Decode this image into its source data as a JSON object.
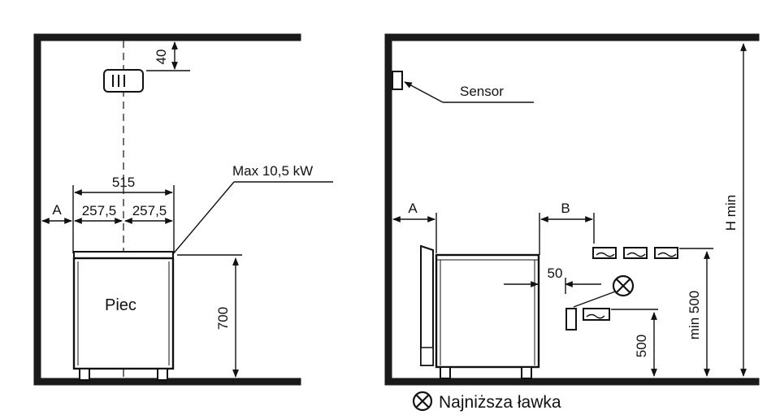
{
  "colors": {
    "ink": "#111111",
    "wall": "#1a1a1a",
    "background": "#ffffff"
  },
  "left": {
    "heater_label": "Piec",
    "max_power": "Max 10,5 kW",
    "width_total": "515",
    "half_left": "257,5",
    "half_right": "257,5",
    "clearance": "A",
    "height": "700",
    "sensor_gap": "40"
  },
  "right": {
    "sensor_label": "Sensor",
    "clearance_a": "A",
    "clearance_b": "B",
    "gap": "50",
    "bench_height": "500",
    "min_height": "min 500",
    "room_height": "H min",
    "legend_symbol_icon": "circle-x-icon",
    "legend_text": "Najniższa ławka"
  }
}
